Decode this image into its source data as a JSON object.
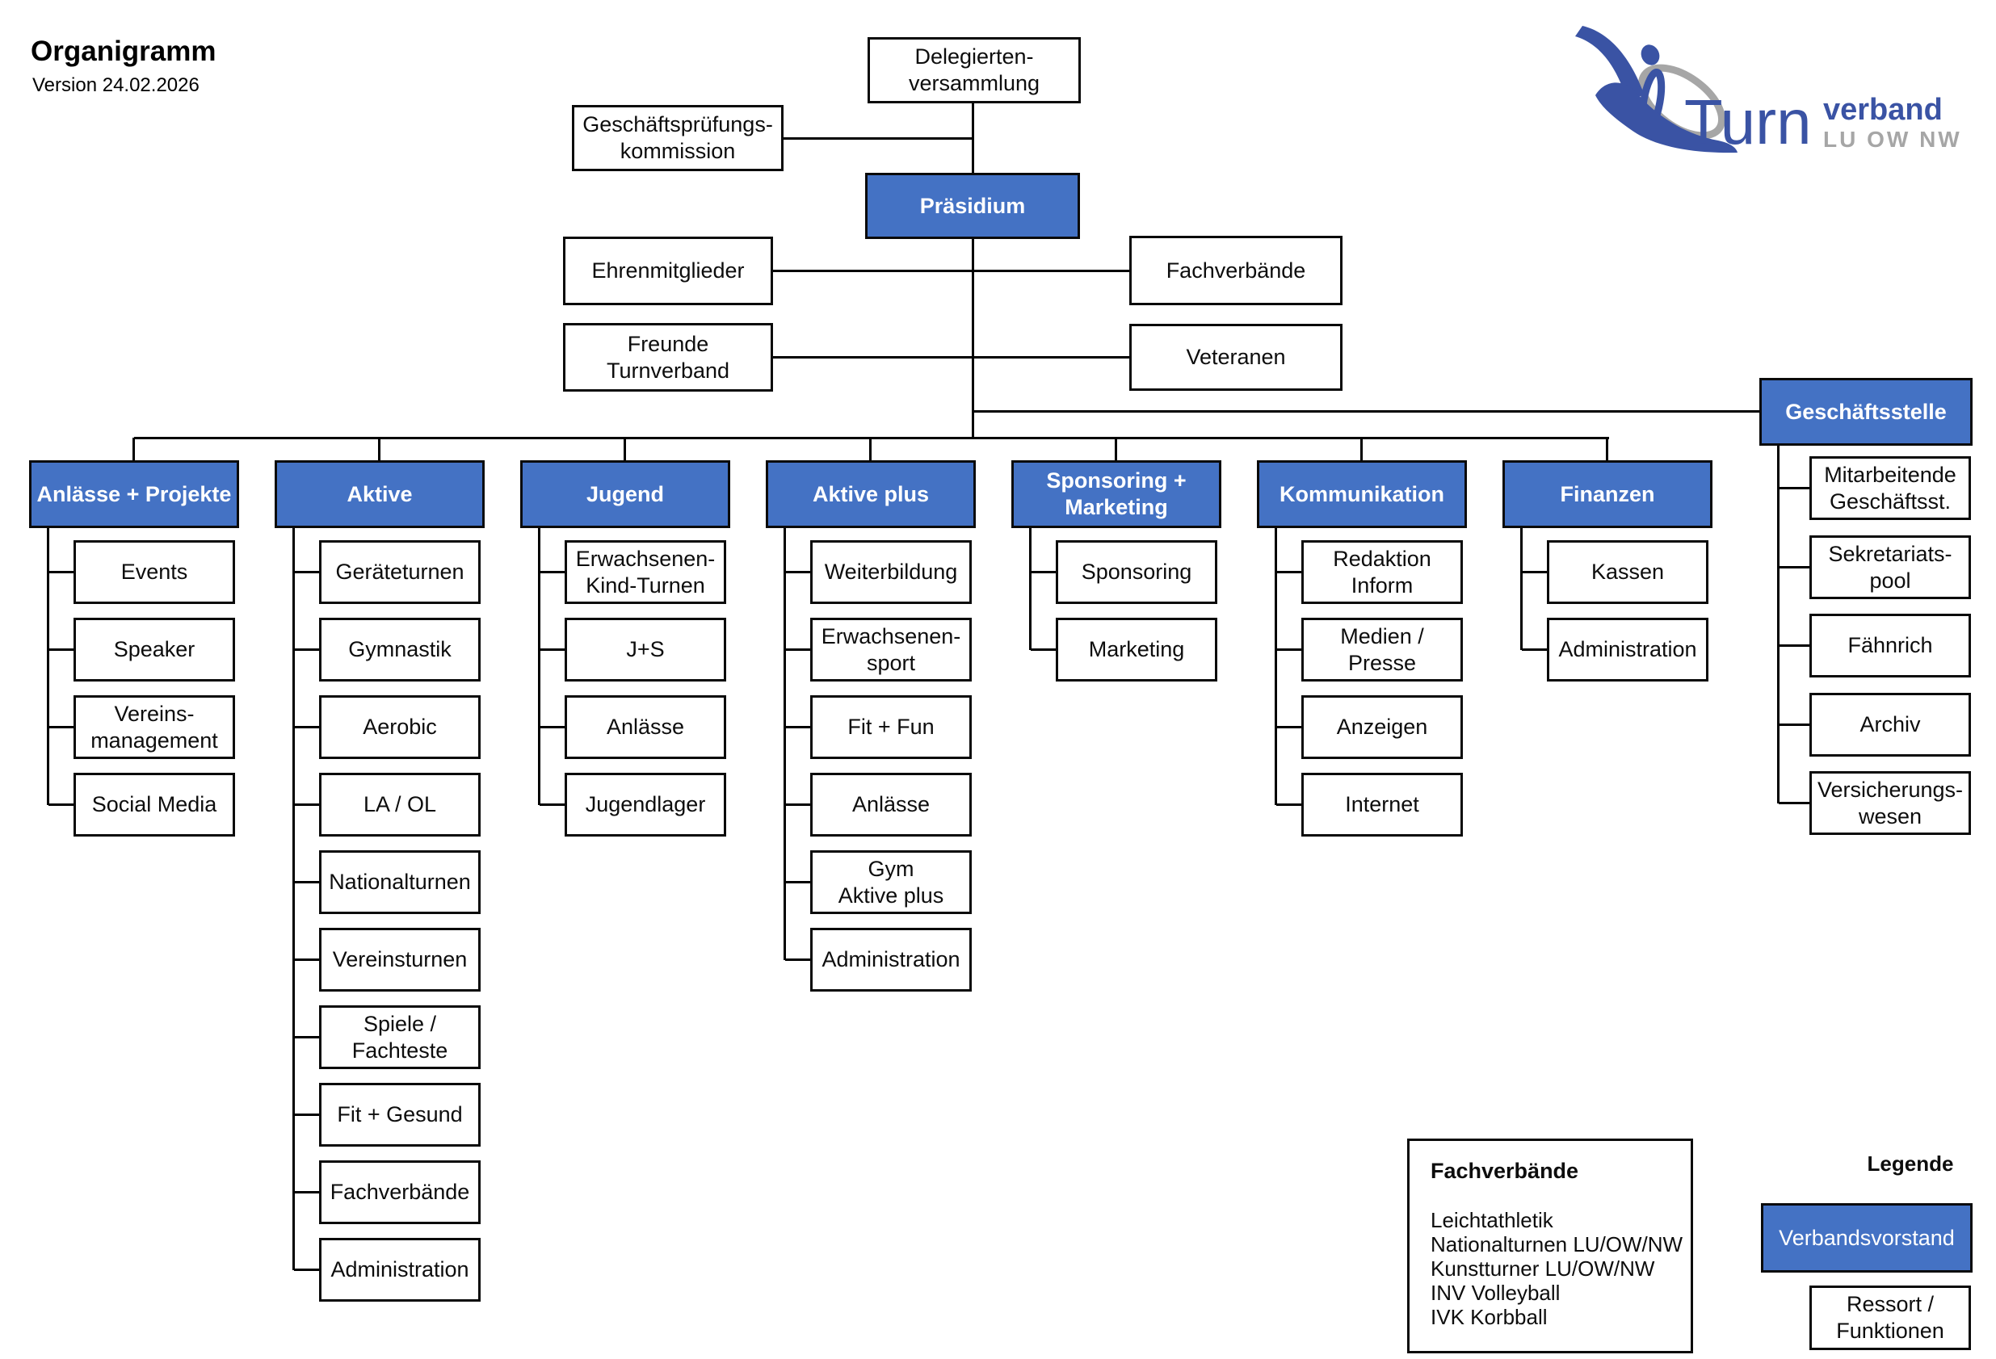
{
  "page": {
    "title": "Organigramm",
    "version": "Version 24.02.2026"
  },
  "logo": {
    "turn": "Turn",
    "verband": "verband",
    "region": "LU OW NW",
    "icon": "gymnast-swoosh-icon",
    "logo_blue": "#3A53A4",
    "logo_gray": "#A6A6A6"
  },
  "colors": {
    "node_blue": "#4472C4",
    "line": "#000000",
    "node_border": "#0a0a0a"
  },
  "top_nodes": {
    "delegiertenversammlung": "Delegierten-\nversammlung",
    "geschaeftspruefungskommission": "Geschäftsprüfungs-\nkommission",
    "praesidium": "Präsidium",
    "ehrenmitglieder": "Ehrenmitglieder",
    "fachverbaende": "Fachverbände",
    "freunde_turnverband": "Freunde\nTurnverband",
    "veteranen": "Veteranen",
    "geschaeftsstelle": "Geschäftsstelle"
  },
  "columns": [
    {
      "label": "Anlässe + Projekte",
      "children": [
        "Events",
        "Speaker",
        "Vereins-\nmanagement",
        "Social Media"
      ]
    },
    {
      "label": "Aktive",
      "children": [
        "Geräteturnen",
        "Gymnastik",
        "Aerobic",
        "LA / OL",
        "Nationalturnen",
        "Vereinsturnen",
        "Spiele /\nFachteste",
        "Fit + Gesund",
        "Fachverbände",
        "Administration"
      ]
    },
    {
      "label": "Jugend",
      "children": [
        "Erwachsenen-\nKind-Turnen",
        "J+S",
        "Anlässe",
        "Jugendlager"
      ]
    },
    {
      "label": "Aktive plus",
      "children": [
        "Weiterbildung",
        "Erwachsenen-\nsport",
        "Fit + Fun",
        "Anlässe",
        "Gym\nAktive plus",
        "Administration"
      ]
    },
    {
      "label": "Sponsoring +\nMarketing",
      "children": [
        "Sponsoring",
        "Marketing"
      ]
    },
    {
      "label": "Kommunikation",
      "children": [
        "Redaktion\nInform",
        "Medien /\nPresse",
        "Anzeigen",
        "Internet"
      ]
    },
    {
      "label": "Finanzen",
      "children": [
        "Kassen",
        "Administration"
      ]
    }
  ],
  "geschaeftsstelle_children": [
    "Mitarbeitende\nGeschäftsst.",
    "Sekretariats-\npool",
    "Fähnrich",
    "Archiv",
    "Versicherungs-\nwesen"
  ],
  "fachverbaende_info": {
    "title": "Fachverbände",
    "items": [
      "Leichtathletik",
      "Nationalturnen LU/OW/NW",
      "Kunstturner LU/OW/NW",
      "INV Volleyball",
      "IVK Korbball"
    ]
  },
  "legend": {
    "title": "Legende",
    "verbandsvorstand": "Verbandsvorstand",
    "ressort_funktionen": "Ressort /\nFunktionen"
  }
}
